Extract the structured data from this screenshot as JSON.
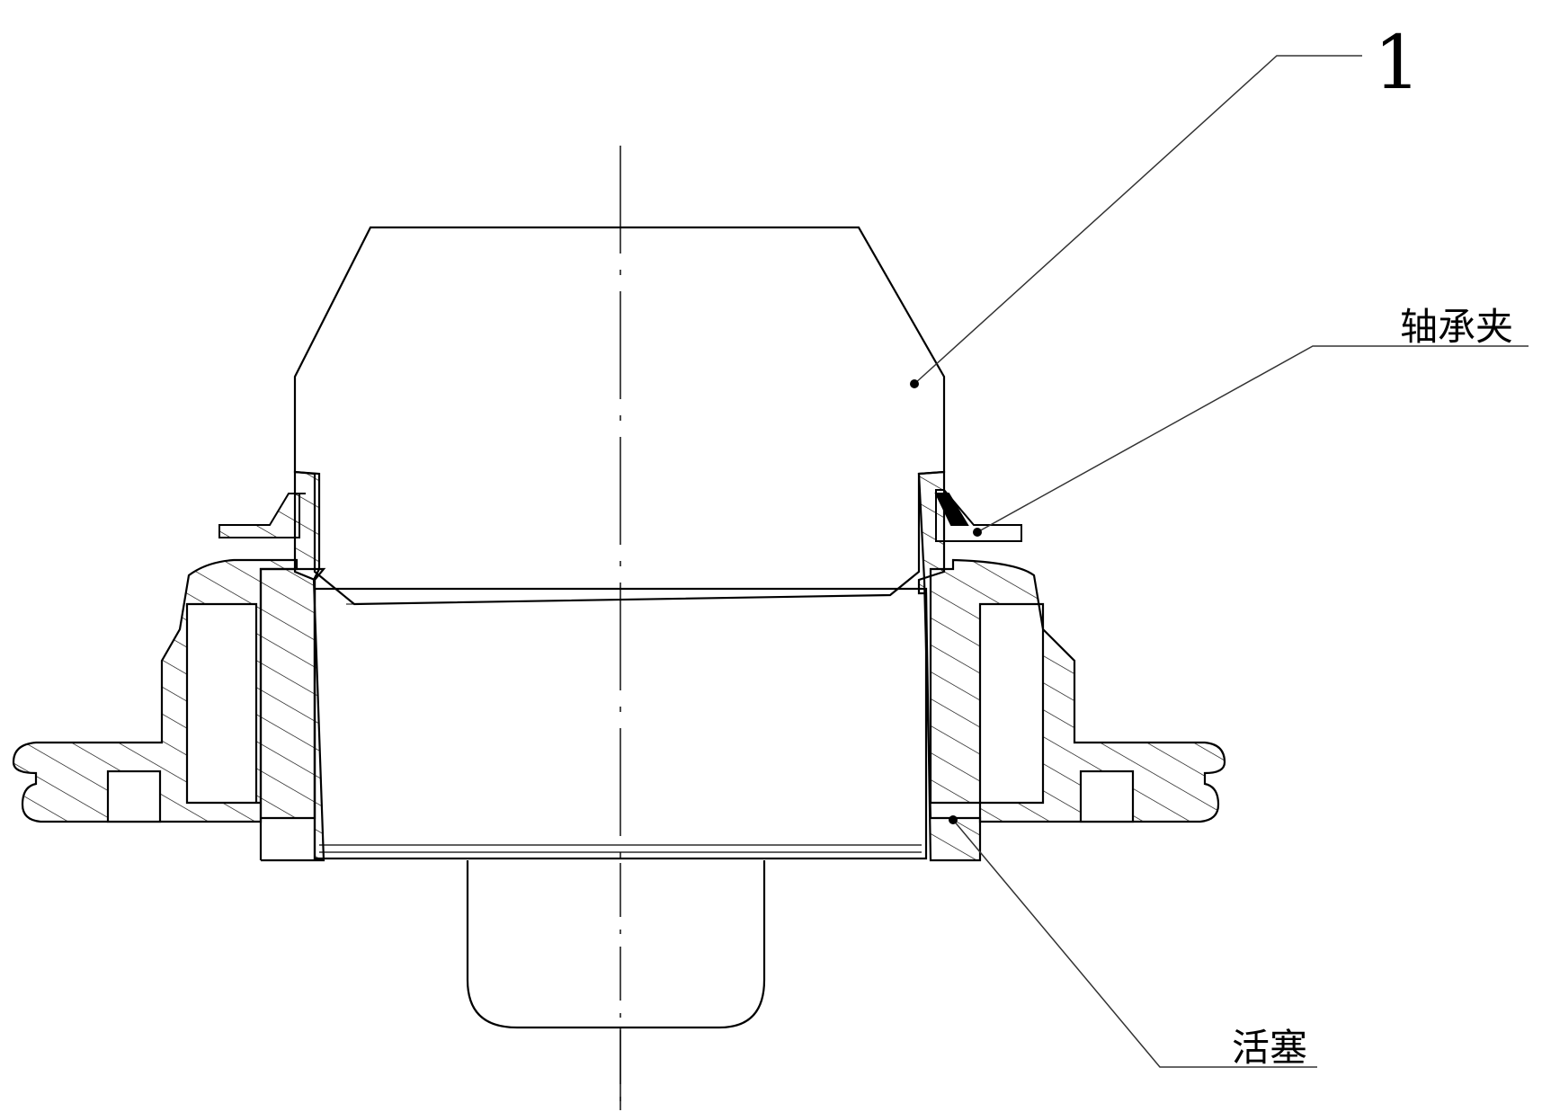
{
  "callouts": {
    "part_number": "1",
    "bearing_clip": "轴承夹",
    "piston": "活塞"
  },
  "colors": {
    "line": "#000000",
    "leader": "#333333",
    "background": "#ffffff"
  }
}
